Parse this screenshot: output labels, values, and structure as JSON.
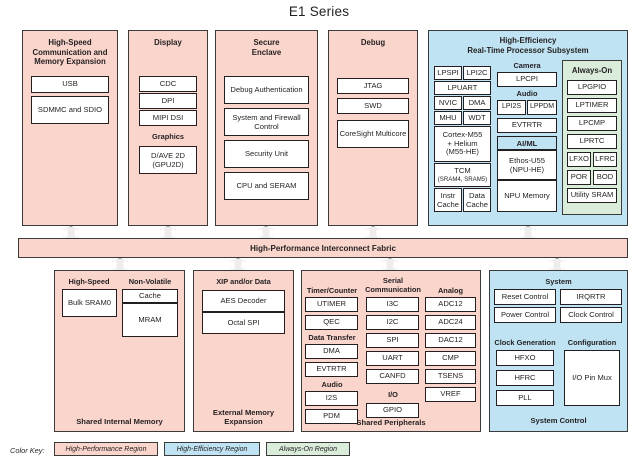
{
  "title": "E1 Series",
  "colors": {
    "high_performance": "#f9d5cc",
    "high_efficiency": "#bfe3f2",
    "always_on": "#d9edda",
    "border": "#231f20",
    "arrow": "#ededed"
  },
  "top_regions": {
    "comm": {
      "heading": "High-Speed\nCommunication and\nMemory Expansion",
      "heading_lines": [
        "High-Speed",
        "Communication and",
        "Memory Expansion"
      ],
      "blocks": [
        "USB",
        "SDMMC and SDIO"
      ]
    },
    "display": {
      "heading": "Display",
      "blocks": [
        "CDC",
        "DPI",
        "MIPI DSI"
      ],
      "graphics_label": "Graphics",
      "graphics_blocks": [
        "D/AVE 2D (GPU2D)"
      ]
    },
    "secure": {
      "heading": "Secure\nEnclave",
      "heading_lines": [
        "Secure",
        "Enclave"
      ],
      "blocks": [
        "Debug Authentication",
        "System and Firewall Control",
        "Security Unit",
        "CPU and SERAM"
      ]
    },
    "debug": {
      "heading": "Debug",
      "blocks": [
        "JTAG",
        "SWD",
        "CoreSight Multicore"
      ]
    },
    "rtss": {
      "heading_lines": [
        "High-Efficiency",
        "Real-Time Processor Subsystem"
      ],
      "left_column": {
        "pairs_1": [
          "LPSPI",
          "LPI2C"
        ],
        "wide_1": "LPUART",
        "pairs_2": [
          "NVIC",
          "DMA"
        ],
        "pairs_3": [
          "MHU",
          "WDT"
        ],
        "cpu_lines": [
          "Cortex-M55",
          "+ Helium",
          "(M55-HE)"
        ],
        "tcm_line1": "TCM",
        "tcm_line2": "(SRAM4, SRAM5)",
        "caches": [
          "Instr Cache",
          "Data Cache"
        ]
      },
      "mid_column": {
        "camera_label": "Camera",
        "camera_block": "LPCPI",
        "audio_label": "Audio",
        "audio_blocks": [
          "LPI2S",
          "LPPDM"
        ],
        "evtrtr": "EVTRTR",
        "aiml_label": "AI/ML",
        "aiml_blocks": [
          "Ethos-U55 (NPU-HE)",
          "NPU Memory"
        ]
      },
      "always_on": {
        "heading": "Always-On",
        "wide_blocks": [
          "LPGPIO",
          "LPTIMER",
          "LPCMP",
          "LPRTC"
        ],
        "pairs_1": [
          "LFXO",
          "LFRC"
        ],
        "pairs_2": [
          "POR",
          "BOD"
        ],
        "wide_last": "Utility SRAM"
      }
    }
  },
  "fabric": {
    "label": "High-Performance Interconnect Fabric"
  },
  "bottom_regions": {
    "shared_memory": {
      "footer": "Shared Internal Memory",
      "col1_label": "High-Speed",
      "col1_blocks": [
        "Bulk SRAM0"
      ],
      "col2_label": "Non-Volatile",
      "col2_blocks": [
        "Cache",
        "MRAM"
      ]
    },
    "external_memory": {
      "footer_lines": [
        "External Memory",
        "Expansion"
      ],
      "heading": "XIP and/or Data",
      "blocks": [
        "AES Decoder",
        "Octal SPI"
      ]
    },
    "peripherals": {
      "footer": "Shared Peripherals",
      "col1": {
        "label": "Timer/Counter",
        "blocks": [
          "UTIMER",
          "QEC"
        ],
        "label2": "Data Transfer",
        "blocks2": [
          "DMA",
          "EVTRTR"
        ],
        "label3": "Audio",
        "blocks3": [
          "I2S",
          "PDM"
        ]
      },
      "col2": {
        "label_lines": [
          "Serial",
          "Communication"
        ],
        "blocks": [
          "I3C",
          "I2C",
          "SPI",
          "UART",
          "CANFD"
        ],
        "label2": "I/O",
        "blocks2": [
          "GPIO"
        ]
      },
      "col3": {
        "label": "Analog",
        "blocks": [
          "ADC12",
          "ADC24",
          "DAC12",
          "CMP",
          "TSENS",
          "VREF"
        ]
      }
    },
    "system_control": {
      "footer": "System Control",
      "heading": "System",
      "row_blocks": [
        "Reset Control",
        "IRQRTR",
        "Power Control",
        "Clock Control"
      ],
      "clockgen_label": "Clock Generation",
      "clockgen_blocks": [
        "HFXO",
        "HFRC",
        "PLL"
      ],
      "config_label": "Configuration",
      "config_block": "I/O Pin Mux"
    }
  },
  "legend": {
    "label": "Color Key:",
    "items": [
      {
        "text": "High-Performance Region",
        "color": "#f9d5cc"
      },
      {
        "text": "High-Efficiency Region",
        "color": "#bfe3f2"
      },
      {
        "text": "Always-On Region",
        "color": "#d9edda"
      }
    ]
  }
}
